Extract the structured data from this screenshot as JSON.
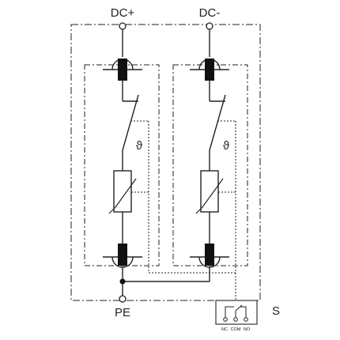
{
  "terminals": {
    "positive": "DC+",
    "negative": "DC-",
    "earth": "PE"
  },
  "thermal_symbol": "ϑ",
  "remote_contact": {
    "label": "S",
    "pins": [
      "NC",
      "COM",
      "NO"
    ]
  },
  "colors": {
    "stroke": "#222222",
    "component_fill": "#111111",
    "background": "#ffffff"
  }
}
